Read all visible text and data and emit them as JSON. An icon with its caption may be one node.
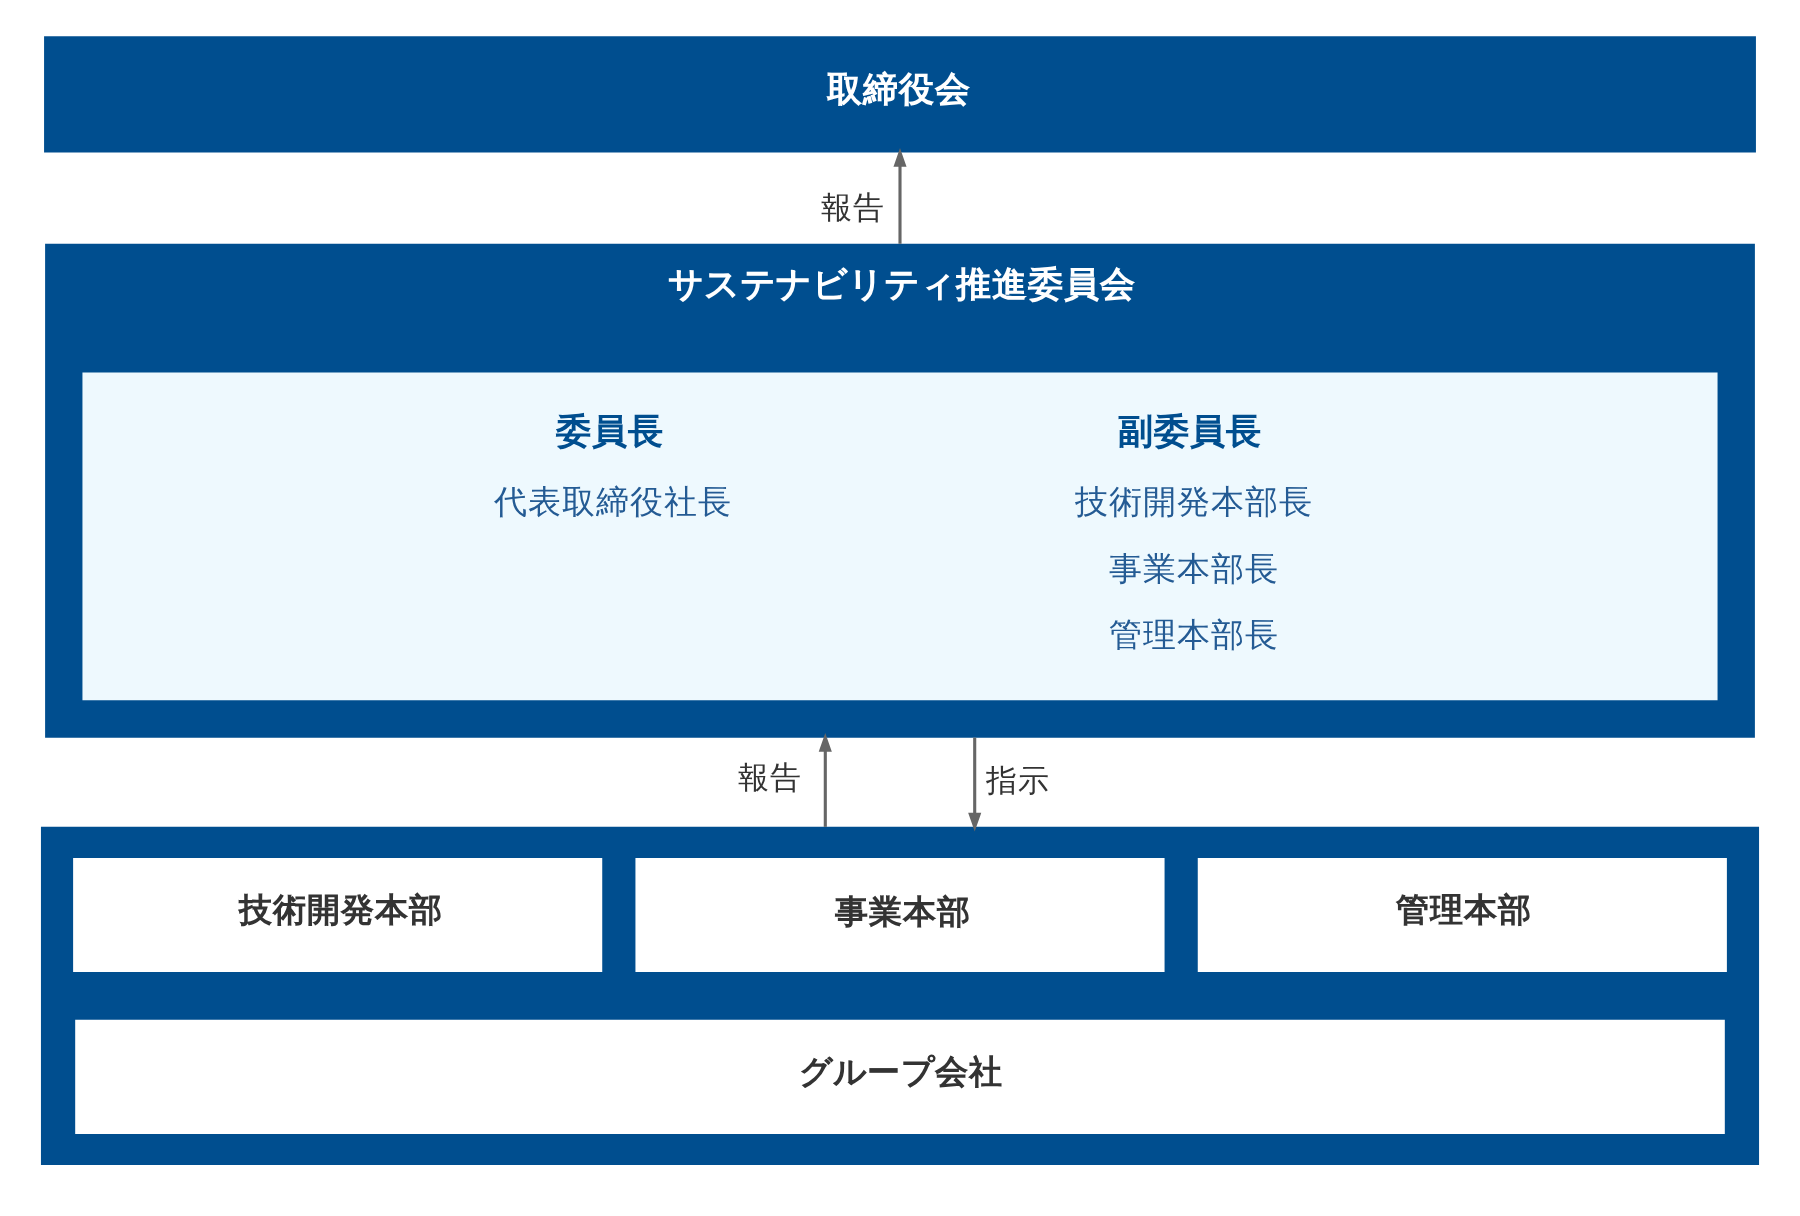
{
  "diagram": {
    "nodes": [
      {
        "text": [
          "取締役会"
        ]
      },
      {
        "text": [
          "サステナビリティ推進委員会"
        ]
      },
      {
        "text": [
          "委員長",
          "代表取締役社長",
          "副委員長",
          "技術開発本部長",
          "事業本部長",
          "管理本部長"
        ],
        "in": 1
      },
      {
        "text": [],
        "shape": "box"
      },
      {
        "text": [
          "技術開発本部"
        ],
        "in": 3
      },
      {
        "text": [
          "事業本部"
        ],
        "in": 3
      },
      {
        "text": [
          "管理本部"
        ],
        "in": 3
      },
      {
        "text": [
          "グループ会社"
        ],
        "in": 3
      }
    ],
    "edges": [
      {
        "from": 1,
        "to": 0,
        "arrow": "to",
        "label": "報告"
      },
      {
        "from": 3,
        "to": 1,
        "arrow": "to",
        "label": "報告"
      },
      {
        "from": 1,
        "to": 3,
        "arrow": "to",
        "label": "指示"
      }
    ]
  }
}
